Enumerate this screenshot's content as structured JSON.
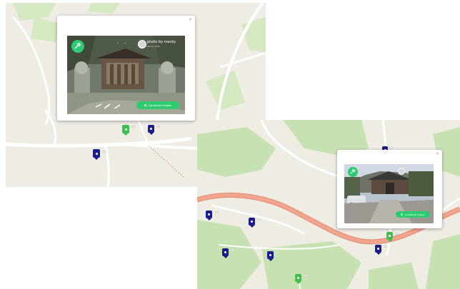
{
  "colors": {
    "map_land": "#eeece3",
    "map_forest": "#cde7b8",
    "road": "#ffffff",
    "highway": "#f3a48c",
    "highway_edge": "#e08a73",
    "pin_blue": "#1b1d8c",
    "pin_green": "#3fbf4f",
    "accent_green": "#2ecc71"
  },
  "map_left": {
    "popup": {
      "title": "",
      "close_glyph": "×",
      "photo_credit": "photo by mecky",
      "photo_date": "Dec 11, 2020",
      "cta_label": "Contribute images",
      "badge_icon": "hammer-icon",
      "cta_icon": "search-icon"
    },
    "markers": [
      {
        "label": "",
        "color": "green"
      },
      {
        "label": "",
        "color": "blue"
      },
      {
        "label": "",
        "color": "blue"
      }
    ]
  },
  "map_right": {
    "popup": {
      "title": "",
      "close_glyph": "×",
      "cta_label": "Contribute images",
      "badge_icon": "hammer-icon",
      "cta_icon": "search-icon"
    },
    "top_label": "",
    "markers": [
      {
        "label": "",
        "color": "blue"
      },
      {
        "label": "",
        "color": "blue"
      },
      {
        "label": "",
        "color": "blue"
      },
      {
        "label": "",
        "color": "blue"
      },
      {
        "label": "",
        "color": "green"
      },
      {
        "label": "",
        "color": "blue"
      },
      {
        "label": "",
        "color": "green"
      }
    ],
    "road_labels": [
      "",
      "",
      "",
      ""
    ]
  }
}
